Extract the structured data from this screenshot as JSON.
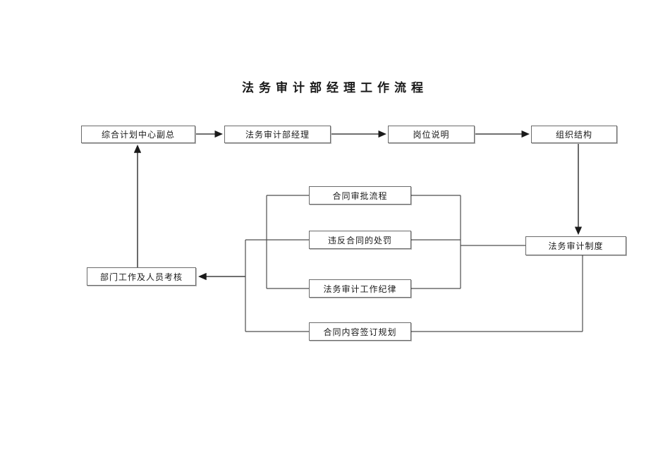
{
  "page": {
    "title": "法务审计部经理工作流程"
  },
  "nodes": {
    "planning_center_vp": {
      "label": "综合计划中心副总"
    },
    "legal_audit_dept_manager": {
      "label": "法务审计部经理"
    },
    "job_description": {
      "label": "岗位说明"
    },
    "org_structure": {
      "label": "组织结构"
    },
    "contract_approval_process": {
      "label": "合同审批流程"
    },
    "contract_violation_penalty": {
      "label": "违反合同的处罚"
    },
    "legal_audit_discipline": {
      "label": "法务审计工作纪律"
    },
    "contract_signing_plan": {
      "label": "合同内容签订规划"
    },
    "dept_work_assessment": {
      "label": "部门工作及人员考核"
    },
    "legal_audit_system": {
      "label": "法务审计制度"
    }
  },
  "edges": [
    {
      "from": "planning_center_vp",
      "to": "legal_audit_dept_manager",
      "arrow": true
    },
    {
      "from": "legal_audit_dept_manager",
      "to": "job_description",
      "arrow": true
    },
    {
      "from": "job_description",
      "to": "org_structure",
      "arrow": true
    },
    {
      "from": "org_structure",
      "to": "legal_audit_system",
      "arrow": true
    },
    {
      "from": "contract_approval_process",
      "to": "legal_audit_system",
      "arrow": false
    },
    {
      "from": "contract_violation_penalty",
      "to": "legal_audit_system",
      "arrow": false
    },
    {
      "from": "legal_audit_discipline",
      "to": "legal_audit_system",
      "arrow": false
    },
    {
      "from": "legal_audit_system",
      "to": "contract_signing_plan",
      "arrow": false
    },
    {
      "from": "contract_violation_penalty",
      "to": "dept_work_assessment",
      "arrow": true
    },
    {
      "from": "contract_signing_plan",
      "to": "dept_work_assessment",
      "arrow": true
    },
    {
      "from": "dept_work_assessment",
      "to": "planning_center_vp",
      "arrow": true
    }
  ],
  "colors": {
    "background": "#ffffff",
    "box_fill": "#ffffff",
    "box_border": "#6b6b6b",
    "arrow_line": "#1a1a1a",
    "connector_line": "#4d4d4d",
    "text": "#1a1a1a"
  }
}
